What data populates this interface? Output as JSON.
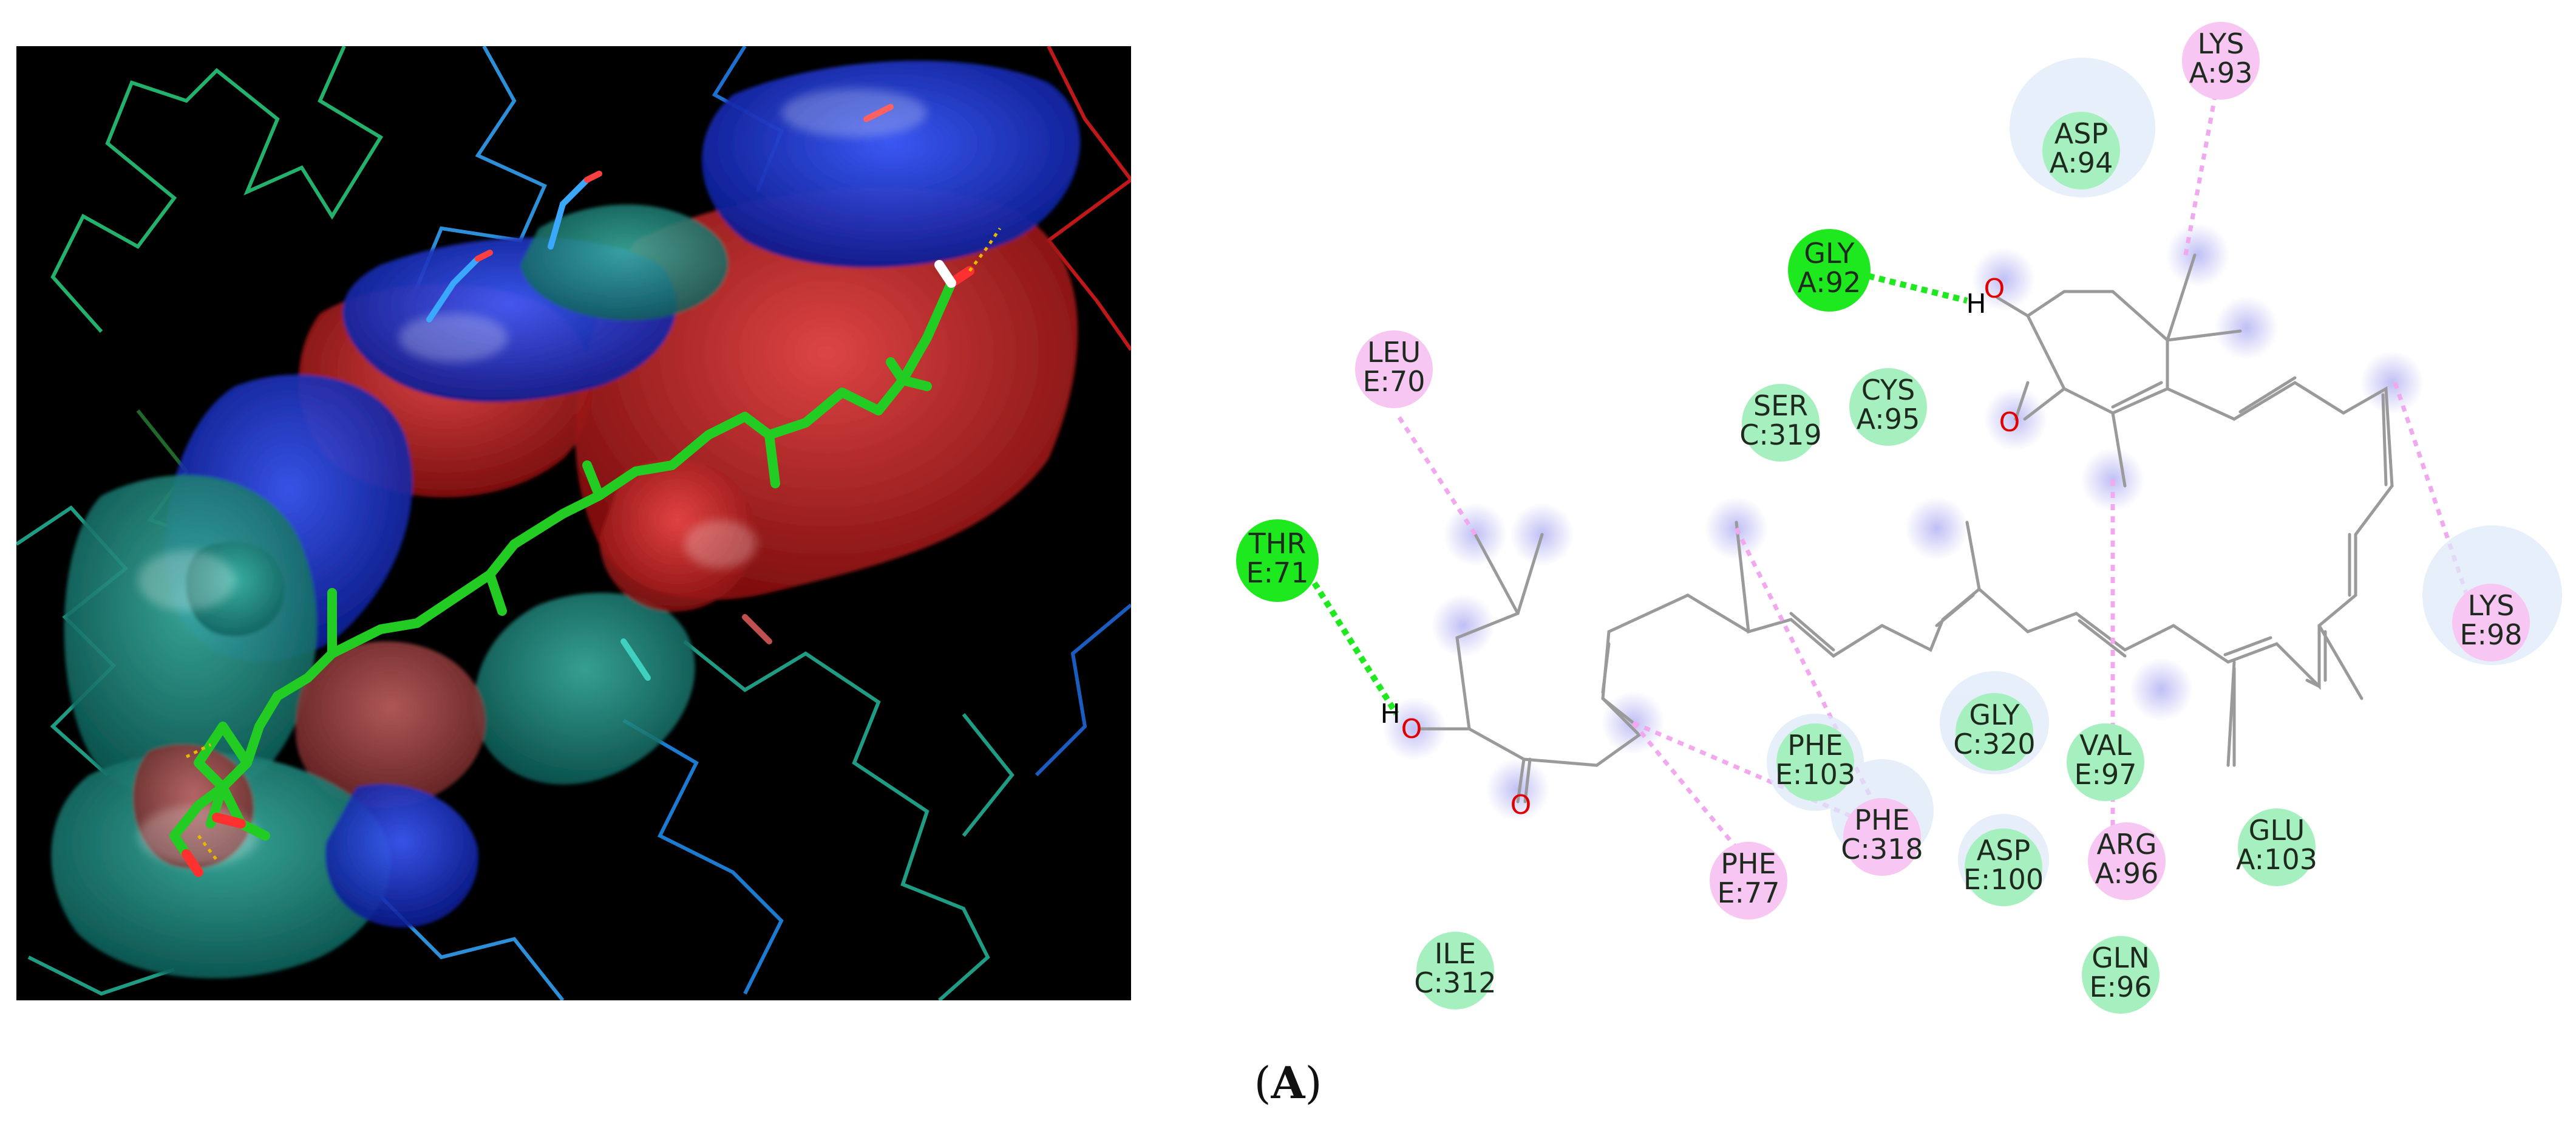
{
  "caption": {
    "prefix": "(",
    "letter": "A",
    "suffix": ")"
  },
  "residues": [
    {
      "id": "lys-a93",
      "line1": "LYS",
      "line2": "A:93",
      "kind": "pi-alkyl"
    },
    {
      "id": "asp-a94",
      "line1": "ASP",
      "line2": "A:94",
      "kind": "vdw"
    },
    {
      "id": "gly-a92",
      "line1": "GLY",
      "line2": "A:92",
      "kind": "hbond"
    },
    {
      "id": "leu-e70",
      "line1": "LEU",
      "line2": "E:70",
      "kind": "pi-alkyl"
    },
    {
      "id": "ser-c319",
      "line1": "SER",
      "line2": "C:319",
      "kind": "vdw"
    },
    {
      "id": "cys-a95",
      "line1": "CYS",
      "line2": "A:95",
      "kind": "vdw"
    },
    {
      "id": "thr-e71",
      "line1": "THR",
      "line2": "E:71",
      "kind": "hbond"
    },
    {
      "id": "lys-e98",
      "line1": "LYS",
      "line2": "E:98",
      "kind": "pi-alkyl"
    },
    {
      "id": "phe-e103",
      "line1": "PHE",
      "line2": "E:103",
      "kind": "vdw"
    },
    {
      "id": "gly-c320",
      "line1": "GLY",
      "line2": "C:320",
      "kind": "vdw"
    },
    {
      "id": "val-e97",
      "line1": "VAL",
      "line2": "E:97",
      "kind": "vdw"
    },
    {
      "id": "phe-c318",
      "line1": "PHE",
      "line2": "C:318",
      "kind": "pi-alkyl"
    },
    {
      "id": "phe-e77",
      "line1": "PHE",
      "line2": "E:77",
      "kind": "pi-alkyl"
    },
    {
      "id": "asp-e100",
      "line1": "ASP",
      "line2": "E:100",
      "kind": "vdw"
    },
    {
      "id": "arg-a96",
      "line1": "ARG",
      "line2": "A:96",
      "kind": "pi-alkyl"
    },
    {
      "id": "glu-a103",
      "line1": "GLU",
      "line2": "A:103",
      "kind": "vdw"
    },
    {
      "id": "ile-c312",
      "line1": "ILE",
      "line2": "C:312",
      "kind": "vdw"
    },
    {
      "id": "gln-e96",
      "line1": "GLN",
      "line2": "E:96",
      "kind": "vdw"
    }
  ],
  "atoms": {
    "oxygen": "O",
    "hydrogen": "H"
  },
  "colors": {
    "hbond": "#1ee81e",
    "vdw": "#a6f0bf",
    "pi_alkyl": "#f7c6f2",
    "bond": "#9a9a9a",
    "oxygen": "#e00000",
    "background_left": "#000000",
    "ligand_stick": "#22cc22"
  }
}
